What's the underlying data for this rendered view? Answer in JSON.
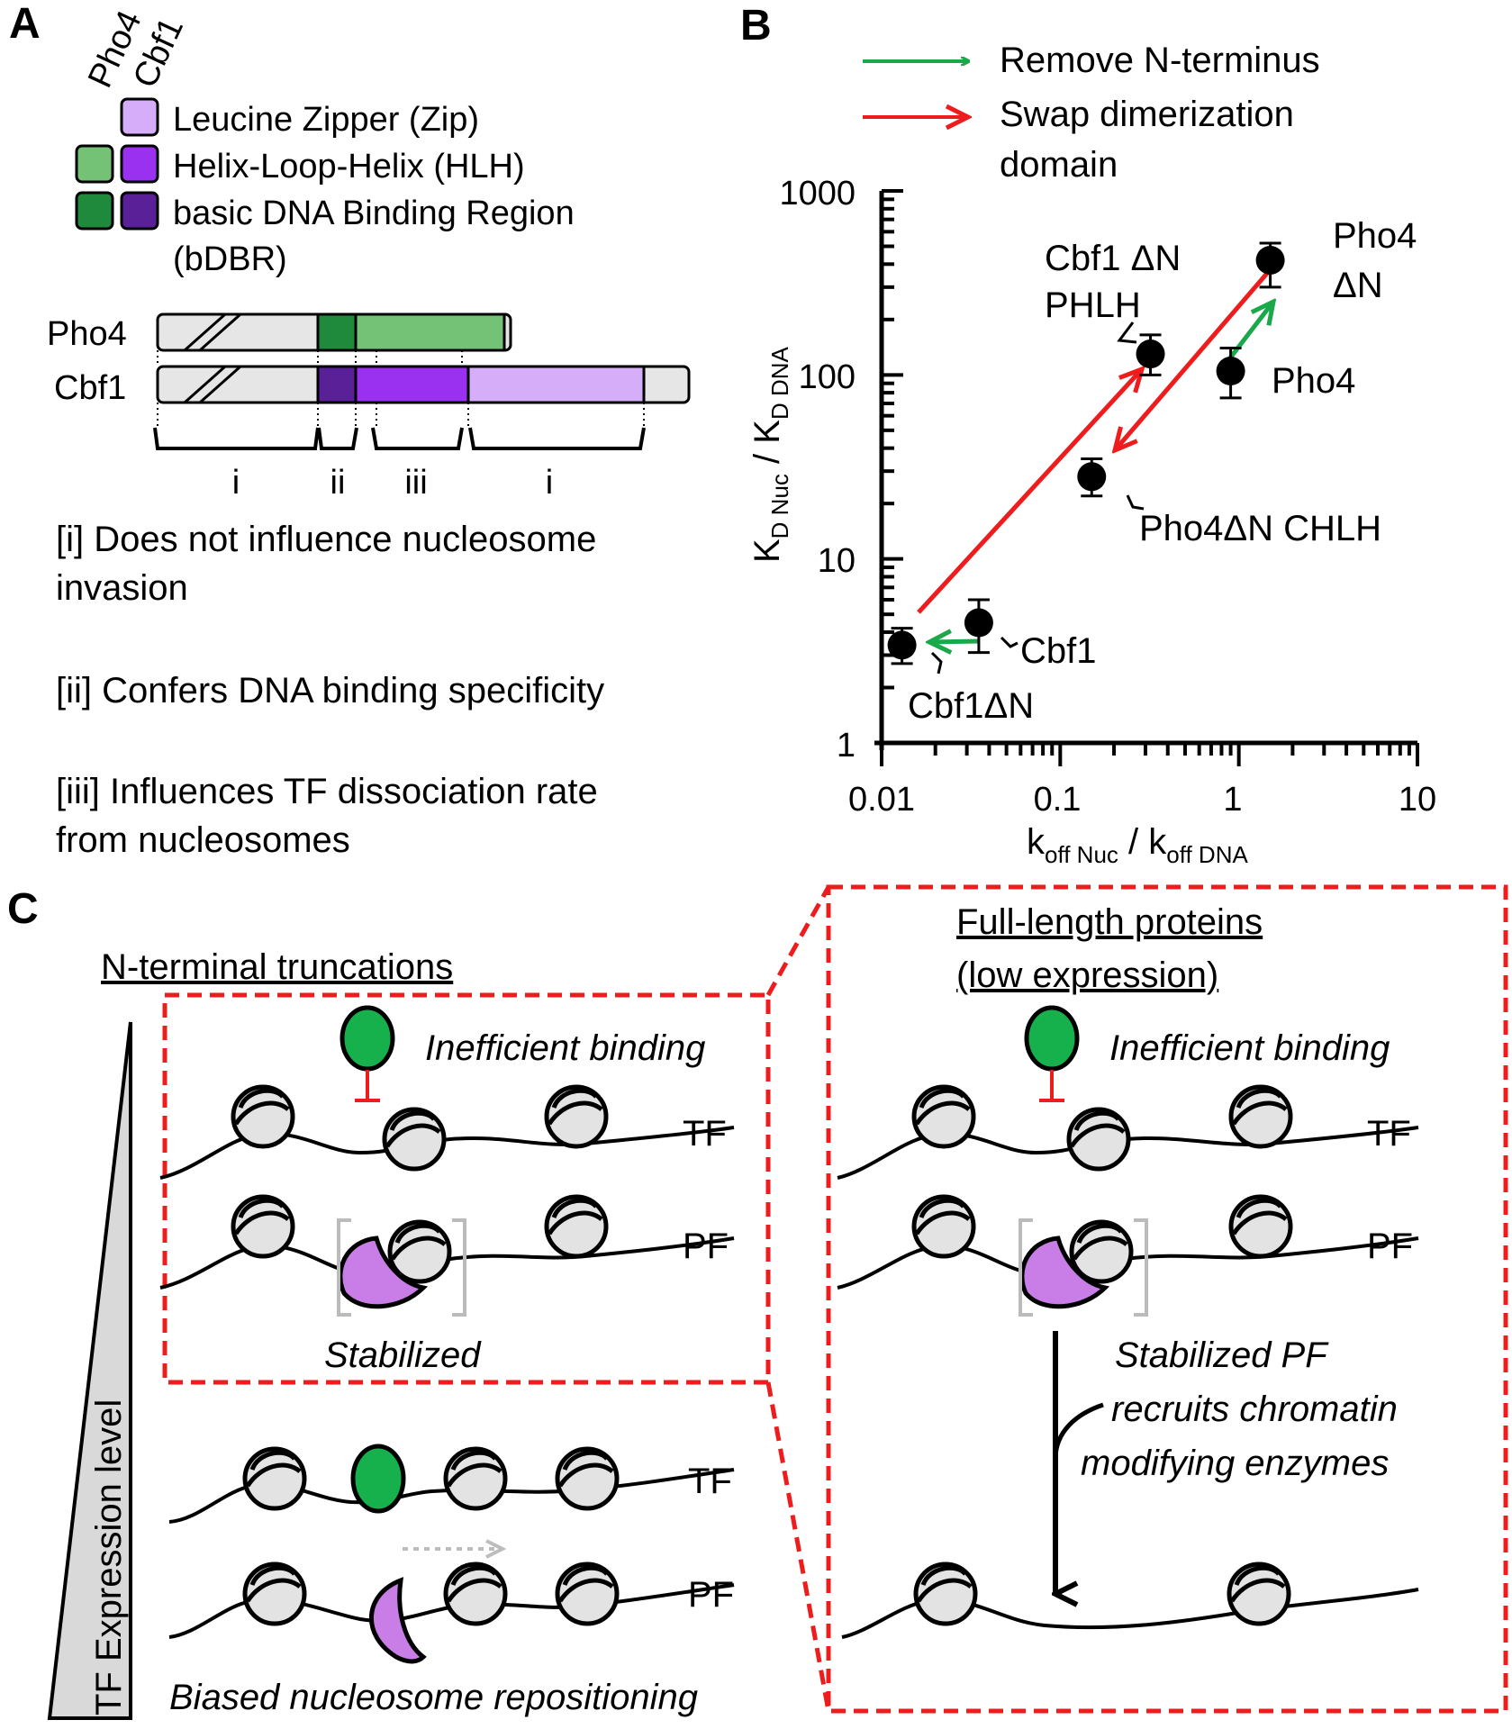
{
  "panel_labels": {
    "a": "A",
    "b": "B",
    "c": "C"
  },
  "panel_a": {
    "col_headers": [
      "Pho4",
      "Cbf1"
    ],
    "legend": [
      "Leucine Zipper (Zip)",
      "Helix-Loop-Helix (HLH)",
      "basic DNA Binding Region",
      "(bDBR)"
    ],
    "proteins": [
      "Pho4",
      "Cbf1"
    ],
    "region_labels": [
      "i",
      "ii",
      "iii",
      "i"
    ],
    "notes": [
      "[i] Does not influence nucleosome",
      "invasion",
      "[ii] Confers DNA binding specificity",
      "[iii] Influences TF dissociation rate",
      "from nucleosomes"
    ],
    "colors": {
      "zip_cbf1": "#d6adf9",
      "hlh_pho4": "#74c276",
      "hlh_cbf1": "#9a30f0",
      "bdbr_pho4": "#1f8a3b",
      "bdbr_cbf1": "#5a2097",
      "nterm": "#e6e6e6"
    }
  },
  "panel_b": {
    "legend": [
      "Remove  N-terminus",
      "Swap dimerization",
      "domain"
    ],
    "arrow_colors": {
      "remove": "#1aa84a",
      "swap": "#ee1c1c"
    },
    "y_label": {
      "main": "K",
      "sub1": "D Nuc",
      "mid": " / K",
      "sub2": "D DNA"
    },
    "x_label": {
      "main": "k",
      "sub1": "off Nuc",
      "mid": " / k",
      "sub2": "off DNA"
    },
    "y_ticks": [
      "1000",
      "100",
      "10",
      "1"
    ],
    "x_ticks": [
      "0.01",
      "0.1",
      "1",
      "10"
    ],
    "point_labels": [
      "Pho4",
      "ΔN",
      "Cbf1 ΔN",
      "PHLH",
      "Pho4",
      "Pho4ΔN CHLH",
      "Cbf1",
      "Cbf1ΔN"
    ]
  },
  "chart_data": {
    "type": "scatter",
    "xlabel": "koff Nuc / koff DNA",
    "ylabel": "KD Nuc / KD DNA",
    "xscale": "log",
    "yscale": "log",
    "xlim": [
      0.01,
      10
    ],
    "ylim": [
      1,
      1000
    ],
    "points": [
      {
        "label": "Pho4 ΔN",
        "x": 1.5,
        "y": 420,
        "y_err": [
          300,
          520
        ]
      },
      {
        "label": "Pho4",
        "x": 0.9,
        "y": 105,
        "y_err": [
          75,
          140
        ]
      },
      {
        "label": "Cbf1 ΔN PHLH",
        "x": 0.32,
        "y": 130,
        "y_err": [
          100,
          165
        ]
      },
      {
        "label": "Pho4ΔN CHLH",
        "x": 0.15,
        "y": 28,
        "y_err": [
          22,
          35
        ]
      },
      {
        "label": "Cbf1",
        "x": 0.035,
        "y": 4.5,
        "y_err": [
          3.1,
          6.0
        ]
      },
      {
        "label": "Cbf1ΔN",
        "x": 0.013,
        "y": 3.4,
        "y_err": [
          2.7,
          4.2
        ]
      }
    ]
  },
  "panel_c": {
    "left_title": "N-terminal truncations",
    "right_title": [
      "Full-length proteins",
      "(low expression)"
    ],
    "inefficient": "Inefficient binding",
    "stabilized": "Stabilized",
    "row_tf": "TF",
    "row_pf": "PF",
    "biased": "Biased nucleosome repositioning",
    "axis_label": "TF Expression level",
    "recruit": [
      "Stabilized PF",
      "recruits chromatin",
      "modifying enzymes"
    ],
    "colors": {
      "tf": "#16b14c",
      "pf": "#c87ee6",
      "dash": "#ee1c1c",
      "nuc": "#e3e3e3"
    }
  }
}
